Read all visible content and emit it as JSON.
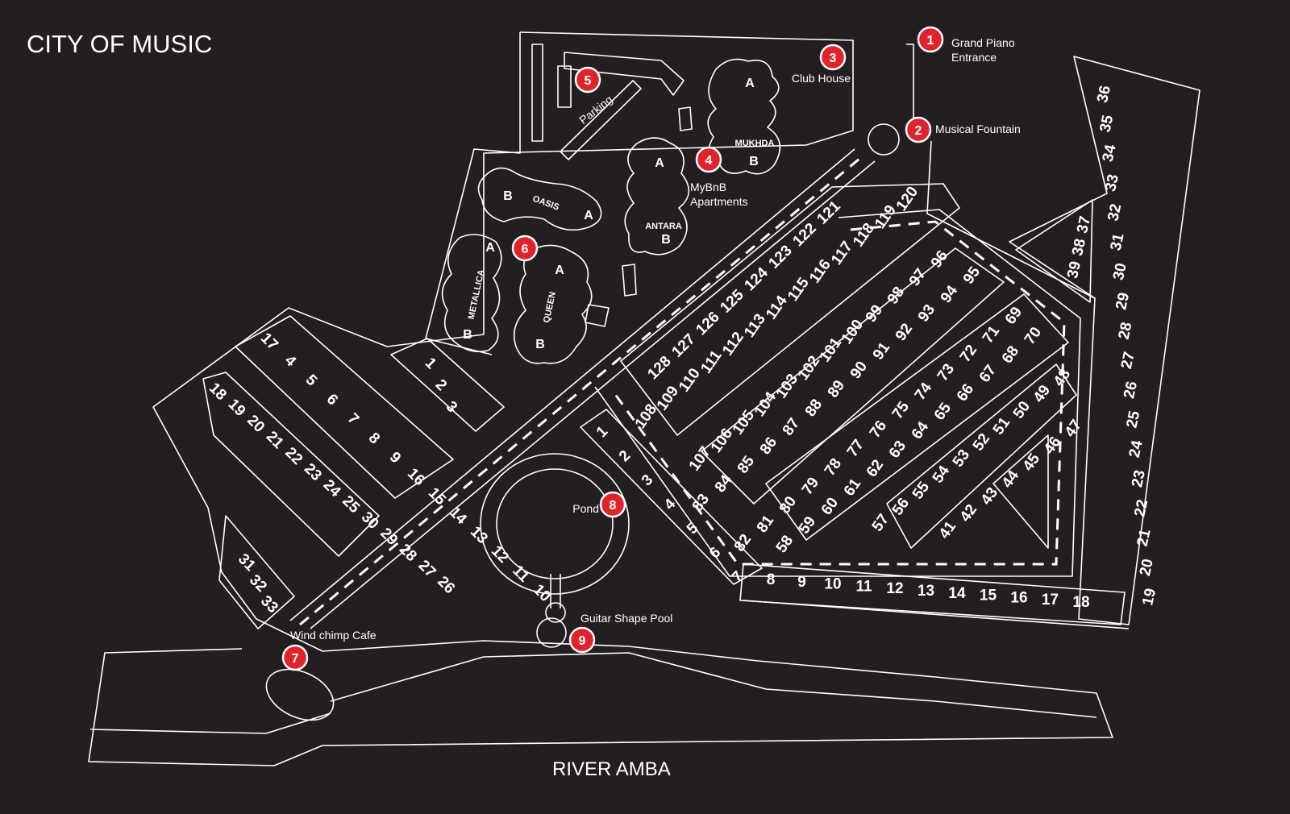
{
  "map_title": "CITY OF MUSIC",
  "river_label": "RIVER AMBA",
  "colors": {
    "background": "#231f20",
    "lines": "#ffffff",
    "marker": "#e0232b"
  },
  "markers": [
    {
      "number": "1",
      "label_lines": [
        "Grand Piano",
        "Entrance"
      ]
    },
    {
      "number": "2",
      "label_lines": [
        "Musical Fountain"
      ]
    },
    {
      "number": "3",
      "label_lines": [
        "Club House"
      ]
    },
    {
      "number": "4",
      "label_lines": [
        "MyBnB",
        "Apartments"
      ]
    },
    {
      "number": "5",
      "label_lines": [
        "Parking"
      ]
    },
    {
      "number": "6",
      "label_lines": []
    },
    {
      "number": "7",
      "label_lines": [
        "Wind chimp Cafe"
      ]
    },
    {
      "number": "8",
      "label_lines": [
        "Pond"
      ]
    },
    {
      "number": "9",
      "label_lines": [
        "Guitar Shape Pool"
      ]
    }
  ],
  "buildings": [
    {
      "name": "MUKHDA",
      "wings": [
        "A",
        "B"
      ]
    },
    {
      "name": "ANTARA",
      "wings": [
        "A",
        "B"
      ]
    },
    {
      "name": "OASIS",
      "wings": [
        "B",
        "A"
      ]
    },
    {
      "name": "METALLICA",
      "wings": [
        "A",
        "B"
      ]
    },
    {
      "name": "QUEEN",
      "wings": [
        "A",
        "B"
      ]
    }
  ],
  "plot_groups": {
    "east_column": [
      "36",
      "35",
      "34",
      "33",
      "32",
      "31",
      "30",
      "29",
      "28",
      "27",
      "26",
      "25",
      "24",
      "23",
      "22",
      "21",
      "20",
      "19"
    ],
    "east_small": [
      "37",
      "38",
      "39"
    ],
    "south_row": [
      "8",
      "9",
      "10",
      "11",
      "12",
      "13",
      "14",
      "15",
      "16",
      "17",
      "18"
    ],
    "diag_lower": [
      "1",
      "2",
      "3",
      "4",
      "5",
      "6",
      "7"
    ],
    "west_upper": [
      "17",
      "4",
      "5",
      "6",
      "7",
      "8",
      "9",
      "16",
      "15",
      "14",
      "13",
      "12",
      "11",
      "10"
    ],
    "west_lower": [
      "18",
      "19",
      "20",
      "21",
      "22",
      "23",
      "24",
      "25",
      "30",
      "29",
      "28",
      "27",
      "26"
    ],
    "west_bottom": [
      "31",
      "32",
      "33"
    ],
    "north_small": [
      "1",
      "2",
      "3"
    ],
    "core_a": [
      "121",
      "122",
      "123",
      "124",
      "125",
      "126",
      "127",
      "128"
    ],
    "core_b": [
      "120",
      "119",
      "118",
      "117",
      "116",
      "115",
      "114",
      "113",
      "112",
      "111",
      "110",
      "109",
      "108"
    ],
    "core_c": [
      "96",
      "97",
      "98",
      "99",
      "100",
      "101",
      "102",
      "103",
      "104",
      "105",
      "106",
      "107"
    ],
    "core_d": [
      "95",
      "94",
      "93",
      "92",
      "91",
      "90",
      "89",
      "88",
      "87",
      "86",
      "85",
      "84",
      "83"
    ],
    "core_e": [
      "69",
      "71",
      "72",
      "73",
      "74",
      "75",
      "76",
      "77",
      "78",
      "79",
      "80",
      "81",
      "82"
    ],
    "core_f": [
      "70",
      "68",
      "67",
      "66",
      "65",
      "64",
      "63",
      "62",
      "61",
      "60",
      "59",
      "58"
    ],
    "core_g": [
      "48",
      "49",
      "50",
      "51",
      "52",
      "53",
      "54",
      "55",
      "56",
      "57"
    ],
    "core_h": [
      "47",
      "46",
      "45",
      "44",
      "43",
      "42",
      "41"
    ]
  }
}
